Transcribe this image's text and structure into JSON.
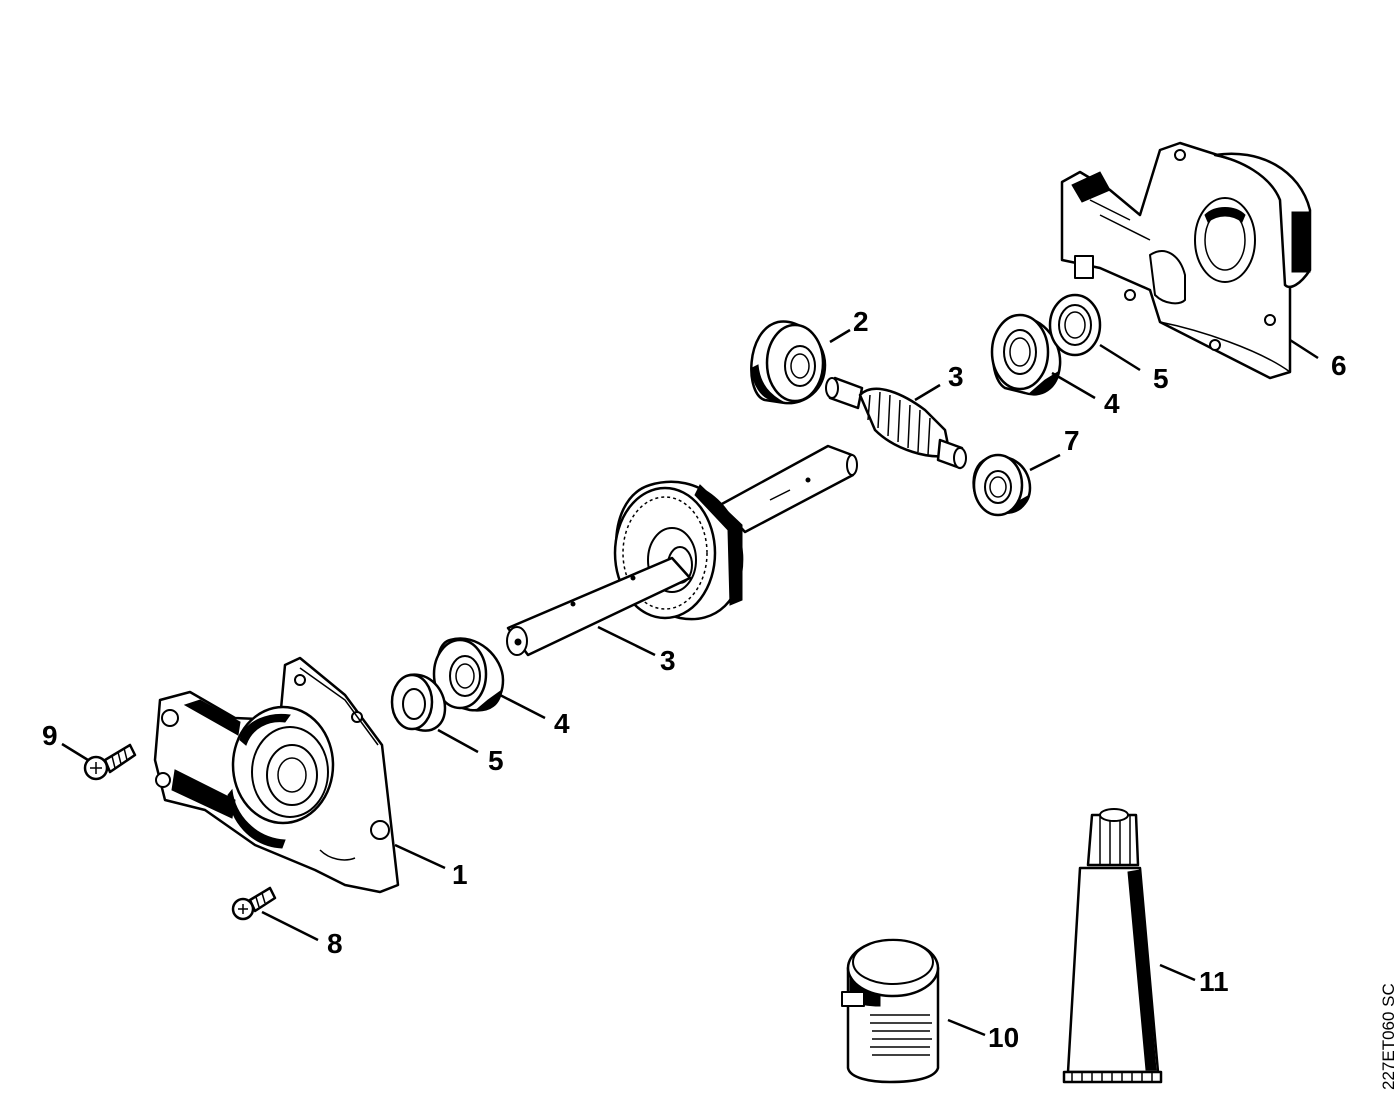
{
  "diagram": {
    "drawing_code": "227ET060 SC",
    "callouts": [
      {
        "id": "1",
        "label": "1"
      },
      {
        "id": "2",
        "label": "2"
      },
      {
        "id": "3a",
        "label": "3"
      },
      {
        "id": "3b",
        "label": "3"
      },
      {
        "id": "4a",
        "label": "4"
      },
      {
        "id": "4b",
        "label": "4"
      },
      {
        "id": "5a",
        "label": "5"
      },
      {
        "id": "5b",
        "label": "5"
      },
      {
        "id": "6",
        "label": "6"
      },
      {
        "id": "7",
        "label": "7"
      },
      {
        "id": "8",
        "label": "8"
      },
      {
        "id": "9",
        "label": "9"
      },
      {
        "id": "10",
        "label": "10"
      },
      {
        "id": "11",
        "label": "11"
      }
    ]
  }
}
